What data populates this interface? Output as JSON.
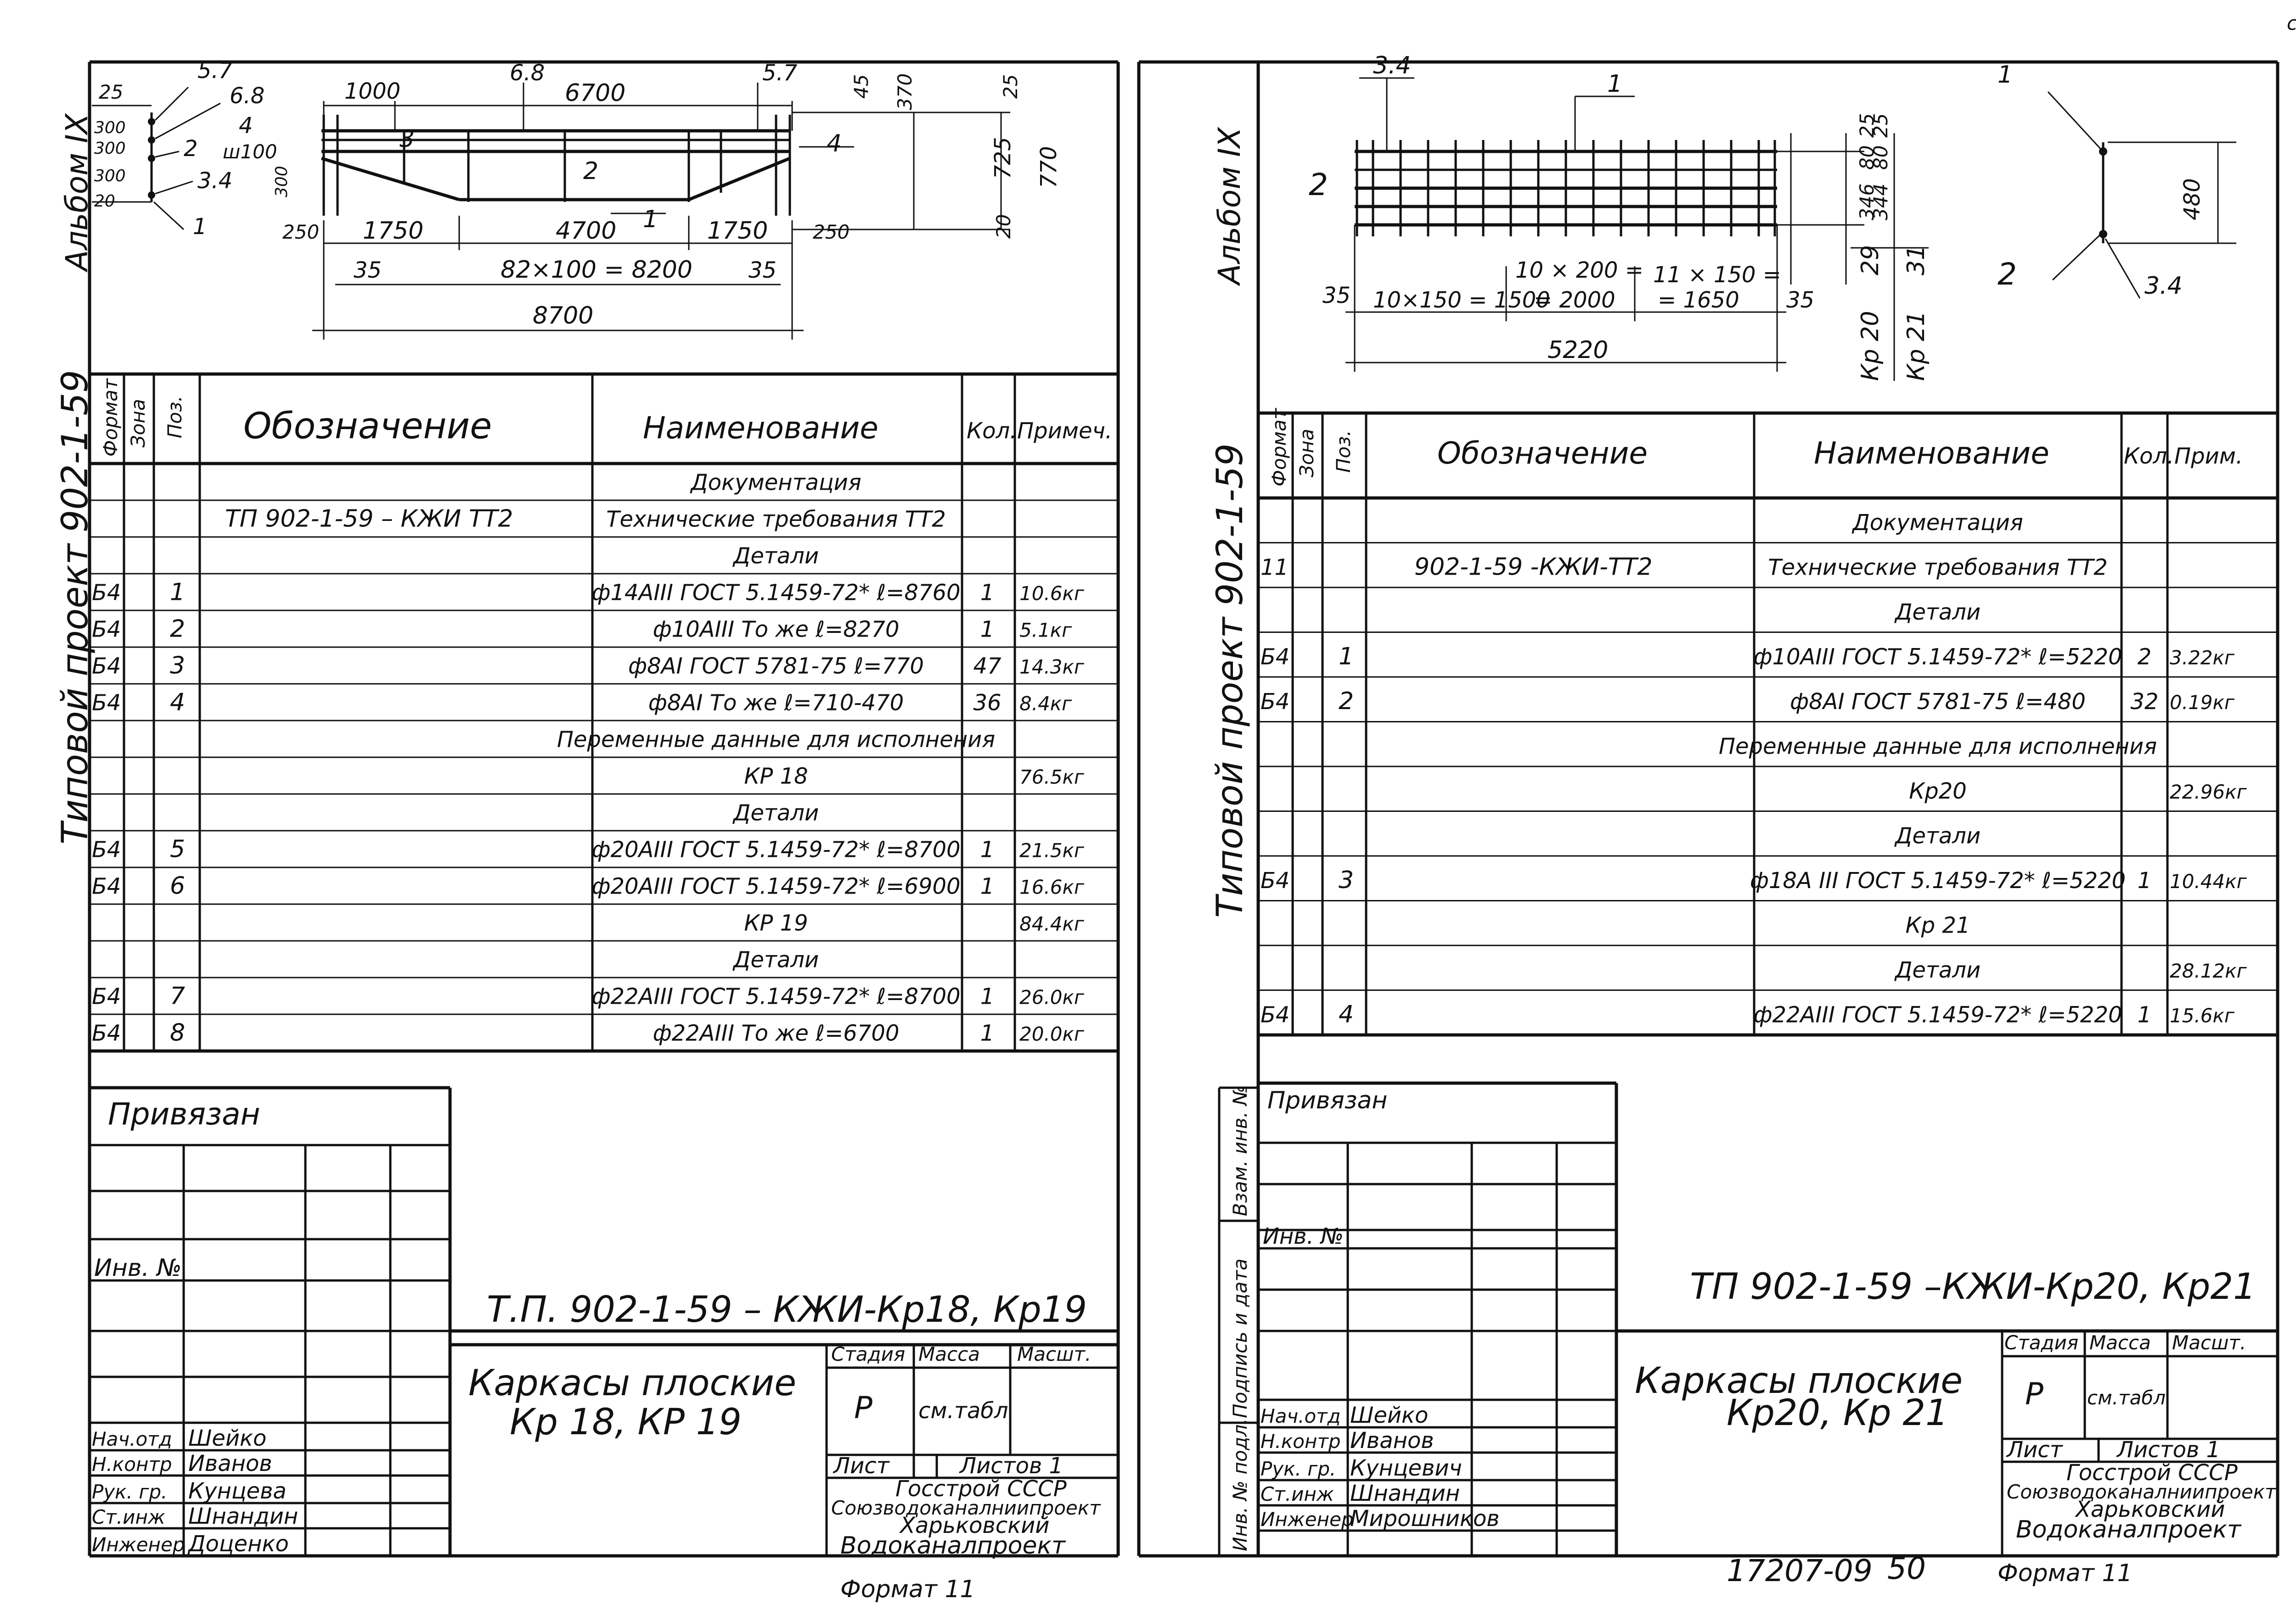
{
  "corner_mark": "c",
  "left": {
    "side_album": "Альбом IX",
    "side_project": "Типовой проект 902-1-59",
    "drawing": {
      "top_dims": [
        "1000",
        "6.8",
        "6700",
        "5.7"
      ],
      "callouts_left": [
        "5.7",
        "6.8",
        "4",
        "ш100",
        "2",
        "3.4",
        "1"
      ],
      "marks_left": [
        "25",
        "300",
        "300",
        "300",
        "20"
      ],
      "pos_labels": [
        "3",
        "4",
        "2",
        "1"
      ],
      "right_dims": [
        "45",
        "370",
        "25",
        "725",
        "770",
        "20"
      ],
      "left_300": "300",
      "lower_dims": [
        "250",
        "1750",
        "4700",
        "1750",
        "250"
      ],
      "step_dims": [
        "35",
        "82×100 = 8200",
        "35"
      ],
      "total_dim": "8700"
    },
    "headers": [
      "Формат",
      "Зона",
      "Поз.",
      "Обозначение",
      "Наименование",
      "Кол.",
      "Примеч."
    ],
    "rows": [
      {
        "fmt": "",
        "pos": "",
        "des": "",
        "name": "Документация",
        "qty": "",
        "note": ""
      },
      {
        "fmt": "",
        "pos": "",
        "des": "ТП 902-1-59 – КЖИ ТТ2",
        "name": "Технические требования ТТ2",
        "qty": "",
        "note": ""
      },
      {
        "fmt": "",
        "pos": "",
        "des": "",
        "name": "Детали",
        "qty": "",
        "note": ""
      },
      {
        "fmt": "Б4",
        "pos": "1",
        "des": "",
        "name": "ф14АIII ГОСТ 5.1459-72* ℓ=8760",
        "qty": "1",
        "note": "10.6кг"
      },
      {
        "fmt": "Б4",
        "pos": "2",
        "des": "",
        "name": "ф10АIII То же  ℓ=8270",
        "qty": "1",
        "note": "5.1кг"
      },
      {
        "fmt": "Б4",
        "pos": "3",
        "des": "",
        "name": "ф8АI ГОСТ 5781-75 ℓ=770",
        "qty": "47",
        "note": "14.3кг"
      },
      {
        "fmt": "Б4",
        "pos": "4",
        "des": "",
        "name": "ф8АI То же ℓ=710-470",
        "qty": "36",
        "note": "8.4кг"
      },
      {
        "fmt": "",
        "pos": "",
        "des": "",
        "name": "Переменные данные для исполнения",
        "qty": "",
        "note": ""
      },
      {
        "fmt": "",
        "pos": "",
        "des": "",
        "name": "КР 18",
        "qty": "",
        "note": "76.5кг"
      },
      {
        "fmt": "",
        "pos": "",
        "des": "",
        "name": "Детали",
        "qty": "",
        "note": ""
      },
      {
        "fmt": "Б4",
        "pos": "5",
        "des": "",
        "name": "ф20АIII ГОСТ 5.1459-72* ℓ=8700",
        "qty": "1",
        "note": "21.5кг"
      },
      {
        "fmt": "Б4",
        "pos": "6",
        "des": "",
        "name": "ф20АIII ГОСТ 5.1459-72* ℓ=6900",
        "qty": "1",
        "note": "16.6кг"
      },
      {
        "fmt": "",
        "pos": "",
        "des": "",
        "name": "КР 19",
        "qty": "",
        "note": "84.4кг"
      },
      {
        "fmt": "",
        "pos": "",
        "des": "",
        "name": "Детали",
        "qty": "",
        "note": ""
      },
      {
        "fmt": "Б4",
        "pos": "7",
        "des": "",
        "name": "ф22АIII ГОСТ 5.1459-72* ℓ=8700",
        "qty": "1",
        "note": "26.0кг"
      },
      {
        "fmt": "Б4",
        "pos": "8",
        "des": "",
        "name": "ф22АIII То же  ℓ=6700",
        "qty": "1",
        "note": "20.0кг"
      }
    ],
    "privyazan": "Привязан",
    "inv": "Инв. №",
    "code": "Т.П. 902-1-59 – КЖИ-Кр18, Кр19",
    "title": [
      "Каркасы плоские",
      "Кр 18,  КР 19"
    ],
    "stamp": {
      "stage_h": "Стадия",
      "mass_h": "Масса",
      "scale_h": "Масшт.",
      "stage": "Р",
      "mass": "см.табл",
      "sheet": "Лист",
      "sheets": "Листов 1",
      "org": [
        "Госстрой СССР",
        "Союзводоканалниипроект",
        "Харьковский",
        "Водоканалпроект"
      ]
    },
    "people": [
      {
        "role": "Нач.отд",
        "name": "Шейко"
      },
      {
        "role": "Н.контр",
        "name": "Иванов"
      },
      {
        "role": "Рук. гр.",
        "name": "Кунцева"
      },
      {
        "role": "Ст.инж",
        "name": "Шнандин"
      },
      {
        "role": "Инженер",
        "name": "Доценко"
      }
    ],
    "format": "Формат 11"
  },
  "right": {
    "side_album": "Альбом IX",
    "side_project": "Типовой проект 902-1-59",
    "drawing": {
      "top_labels": [
        "3.4",
        "1"
      ],
      "label_2": "2",
      "dims_right": [
        "25",
        "25",
        "80",
        "80",
        "346",
        "344"
      ],
      "variants": [
        "Кр 20",
        "29",
        "Кр 21",
        "31"
      ],
      "spans_top": [
        "10 × 200 =",
        "11 × 150 ="
      ],
      "spans": [
        "35",
        "10×150 = 1500",
        "= 2000",
        "= 1650",
        "35"
      ],
      "total": "5220",
      "section": [
        "1",
        "480",
        "2",
        "3.4"
      ]
    },
    "headers": [
      "Формат",
      "Зона",
      "Поз.",
      "Обозначение",
      "Наименование",
      "Кол.",
      "Прим."
    ],
    "rows": [
      {
        "fmt": "",
        "pos": "",
        "des": "",
        "name": "Документация",
        "qty": "",
        "note": ""
      },
      {
        "fmt": "11",
        "pos": "",
        "des": "902-1-59 -КЖИ-ТТ2",
        "name": "Технические требования ТТ2",
        "qty": "",
        "note": ""
      },
      {
        "fmt": "",
        "pos": "",
        "des": "",
        "name": "Детали",
        "qty": "",
        "note": ""
      },
      {
        "fmt": "Б4",
        "pos": "1",
        "des": "",
        "name": "ф10АIII ГОСТ 5.1459-72* ℓ=5220",
        "qty": "2",
        "note": "3.22кг"
      },
      {
        "fmt": "Б4",
        "pos": "2",
        "des": "",
        "name": "ф8АI ГОСТ 5781-75 ℓ=480",
        "qty": "32",
        "note": "0.19кг"
      },
      {
        "fmt": "",
        "pos": "",
        "des": "",
        "name": "Переменные данные для исполнения",
        "qty": "",
        "note": ""
      },
      {
        "fmt": "",
        "pos": "",
        "des": "",
        "name": "Кр20",
        "qty": "",
        "note": "22.96кг"
      },
      {
        "fmt": "",
        "pos": "",
        "des": "",
        "name": "Детали",
        "qty": "",
        "note": ""
      },
      {
        "fmt": "Б4",
        "pos": "3",
        "des": "",
        "name": "ф18А III ГОСТ 5.1459-72* ℓ=5220",
        "qty": "1",
        "note": "10.44кг"
      },
      {
        "fmt": "",
        "pos": "",
        "des": "",
        "name": "Кр 21",
        "qty": "",
        "note": ""
      },
      {
        "fmt": "",
        "pos": "",
        "des": "",
        "name": "Детали",
        "qty": "",
        "note": "28.12кг"
      },
      {
        "fmt": "Б4",
        "pos": "4",
        "des": "",
        "name": "ф22АIII ГОСТ 5.1459-72* ℓ=5220",
        "qty": "1",
        "note": "15.6кг"
      }
    ],
    "side_stamp": [
      "Инв. № подл.",
      "Подпись и дата",
      "Взам. инв. №"
    ],
    "privyazan": "Привязан",
    "inv": "Инв. №",
    "code": "ТП 902-1-59 –КЖИ-Кр20, Кр21",
    "title": [
      "Каркасы плоские",
      "Кр20, Кр 21"
    ],
    "stamp": {
      "stage_h": "Стадия",
      "mass_h": "Масса",
      "scale_h": "Масшт.",
      "stage": "Р",
      "mass": "см.табл",
      "sheet": "Лист",
      "sheets": "Листов 1",
      "org": [
        "Госстрой СССР",
        "Союзводоканалниипроект",
        "Харьковский",
        "Водоканалпроект"
      ]
    },
    "people": [
      {
        "role": "Нач.отд",
        "name": "Шейко"
      },
      {
        "role": "Н.контр",
        "name": "Иванов"
      },
      {
        "role": "Рук. гр.",
        "name": "Кунцевич"
      },
      {
        "role": "Ст.инж",
        "name": "Шнандин"
      },
      {
        "role": "Инженер",
        "name": "Мирошников"
      }
    ],
    "sheet_code": "17207-09",
    "sheet_no": "50",
    "format": "Формат 11"
  }
}
